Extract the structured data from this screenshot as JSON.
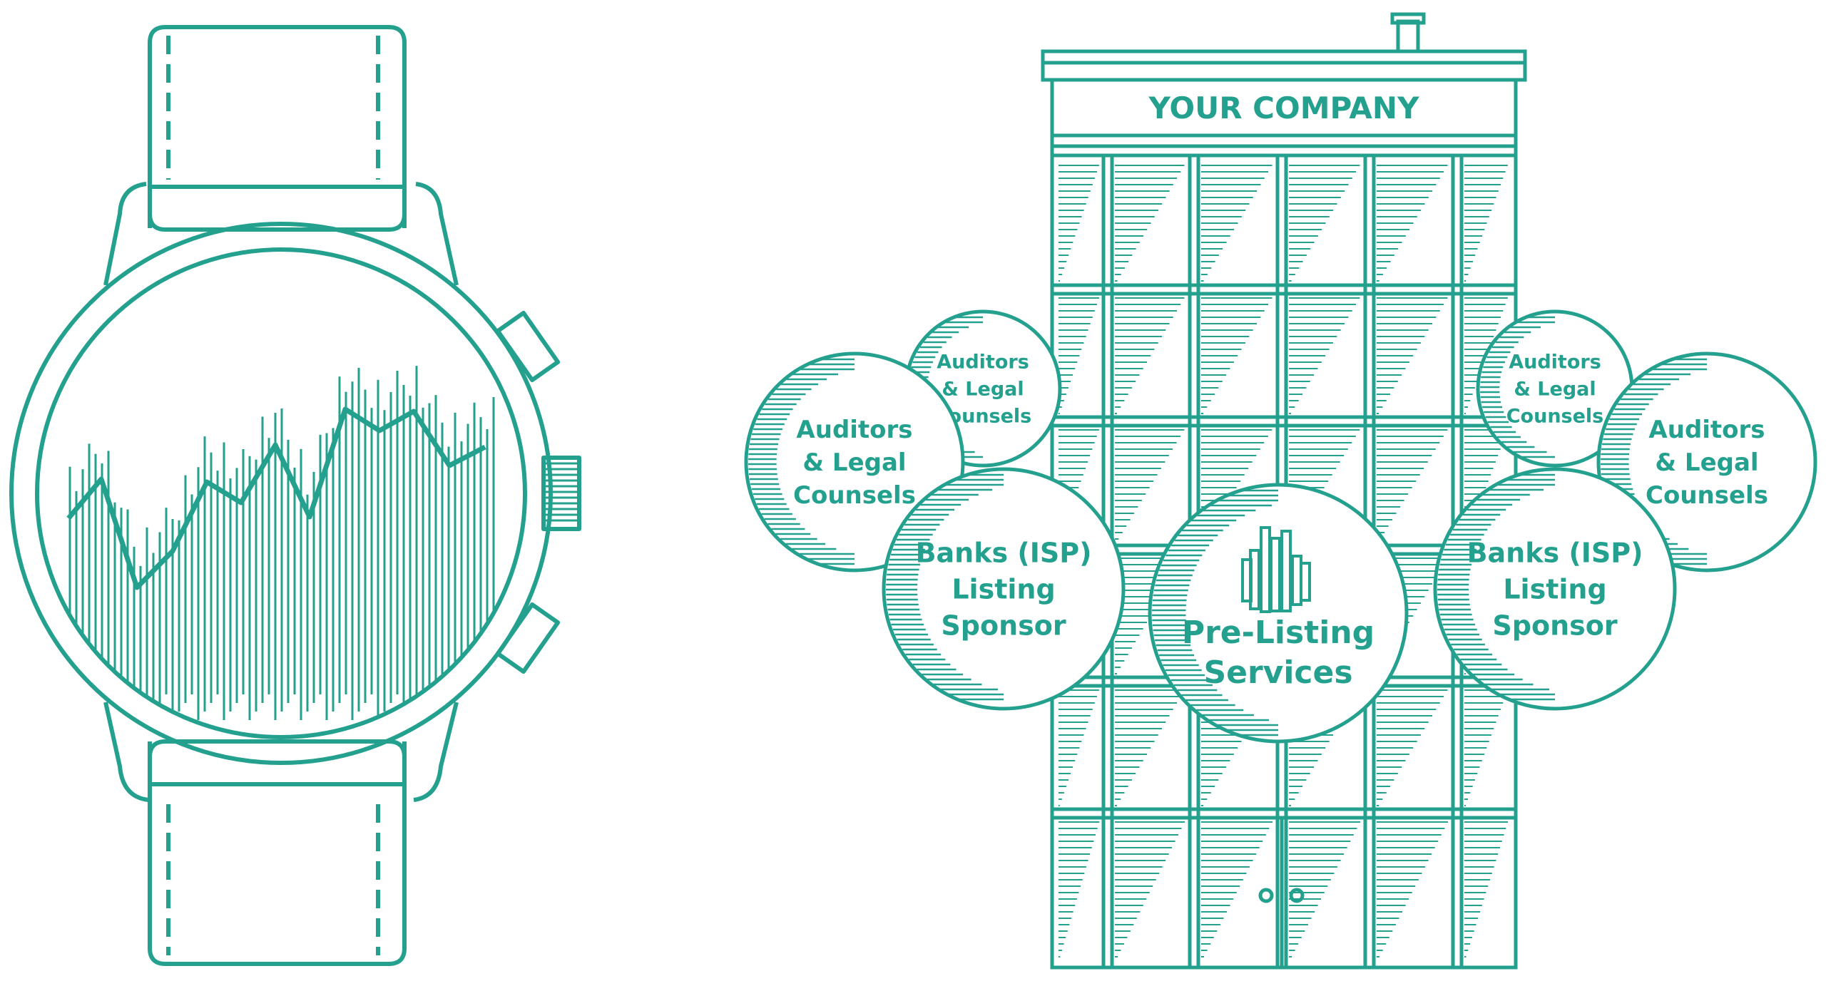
{
  "colors": {
    "teal": "#24a08e",
    "background": "#ffffff"
  },
  "building": {
    "sign": "YOUR COMPANY"
  },
  "bubbles": {
    "pre_listing": {
      "line1": "Pre-Listing",
      "line2": "Services",
      "icon": "stacked-bars-icon"
    },
    "banks_left": {
      "line1": "Banks (ISP)",
      "line2": "Listing",
      "line3": "Sponsor"
    },
    "banks_right": {
      "line1": "Banks (ISP)",
      "line2": "Listing",
      "line3": "Sponsor"
    },
    "auditors_left_front": {
      "line1": "Auditors",
      "line2": "& Legal",
      "line3": "Counsels"
    },
    "auditors_left_back": {
      "line1": "Auditors",
      "line2": "& Legal",
      "line3": "Counsels"
    },
    "auditors_right_front": {
      "line1": "Auditors",
      "line2": "& Legal",
      "line3": "Counsels"
    },
    "auditors_right_back": {
      "line1": "Auditors",
      "line2": "& Legal",
      "line3": "Counsels"
    }
  },
  "watch": {
    "icon": "wristwatch-icon",
    "face_icon": "stock-line-chart-icon"
  }
}
